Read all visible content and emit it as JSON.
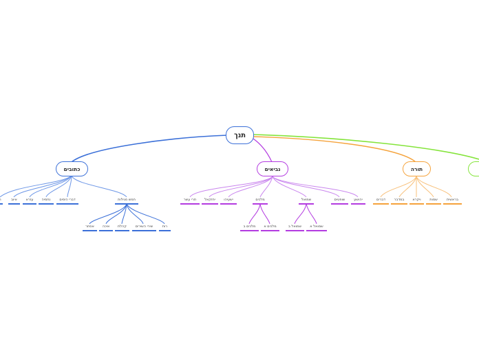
{
  "root": {
    "label": "תנך"
  },
  "branches": {
    "ketuvim": {
      "label": "כתובים",
      "color": "#3a6fd8",
      "children": [
        "ת",
        "איוב",
        "עזרא",
        "נחמיה",
        "דברי הימים",
        "חמש מגילות"
      ],
      "megillot": [
        "אסתר",
        "איכה",
        "קהלת",
        "שירי השירים",
        "רות"
      ]
    },
    "neviim": {
      "label": "נביאים",
      "color": "#b33ae0",
      "children": [
        "תרי עשר",
        "יחזקאל",
        "ישעיהו",
        "מלכים",
        "שמואל",
        "שופטים",
        "יהושע"
      ],
      "melachim": [
        "מלכים ב",
        "מלכים א"
      ],
      "shmuel": [
        "שמואל ב",
        "שמואל א"
      ]
    },
    "torah": {
      "label": "תורה",
      "color": "#f5a23a",
      "children": [
        "דברים",
        "במדבר",
        "ויקרא",
        "שמות",
        "בראשית"
      ]
    },
    "edge": {
      "label": "ל",
      "color": "#84e43a"
    }
  }
}
